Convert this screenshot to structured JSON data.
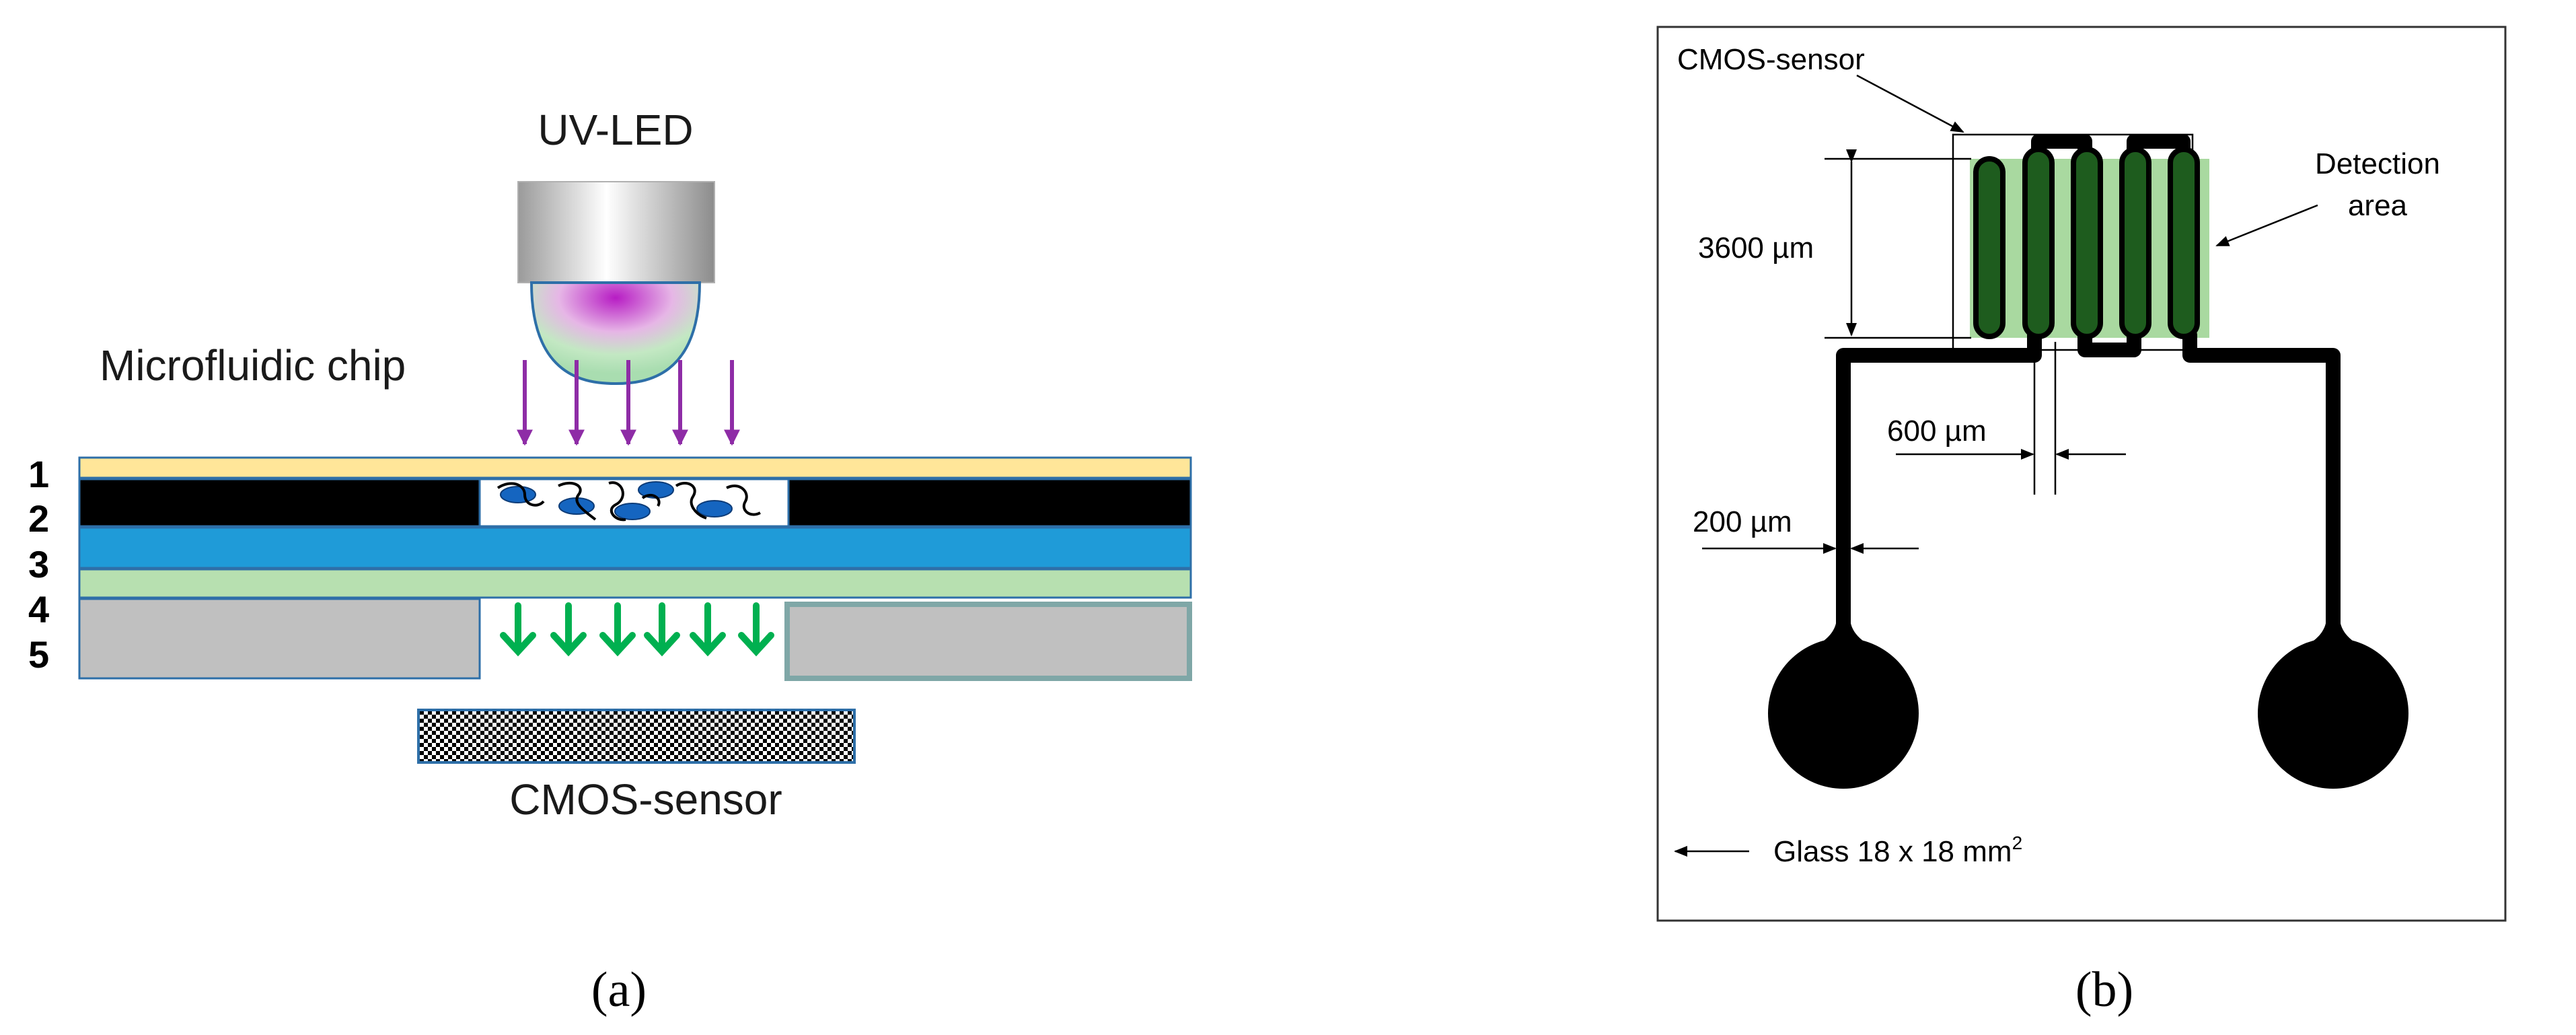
{
  "panel_a": {
    "light_source_label": "UV-LED",
    "chip_label": "Microfluidic chip",
    "sensor_label": "CMOS-sensor",
    "layer_numbers": [
      "1",
      "2",
      "3",
      "4",
      "5"
    ],
    "caption": "(a)",
    "colors": {
      "layer1": "#ffe699",
      "layer2": "#000000",
      "layer3": "#1f9bd8",
      "layer4": "#b7e0b0",
      "layer5": "#c0c0c0",
      "uv_arrows": "#8e2ca6",
      "fluorescence_arrows": "#00b050",
      "cells": "#1565c0"
    }
  },
  "panel_b": {
    "sensor_label": "CMOS-sensor",
    "detection_label_line1": "Detection",
    "detection_label_line2": "area",
    "dim_height": "3600 µm",
    "dim_gap": "600 µm",
    "dim_width": "200 µm",
    "glass_label": "Glass 18 x 18 mm",
    "glass_label_sup": "2",
    "caption": "(b)",
    "colors": {
      "electrode": "#000000",
      "fingers": "#1e5c1e",
      "detection_area": "#a9d9a0"
    }
  }
}
